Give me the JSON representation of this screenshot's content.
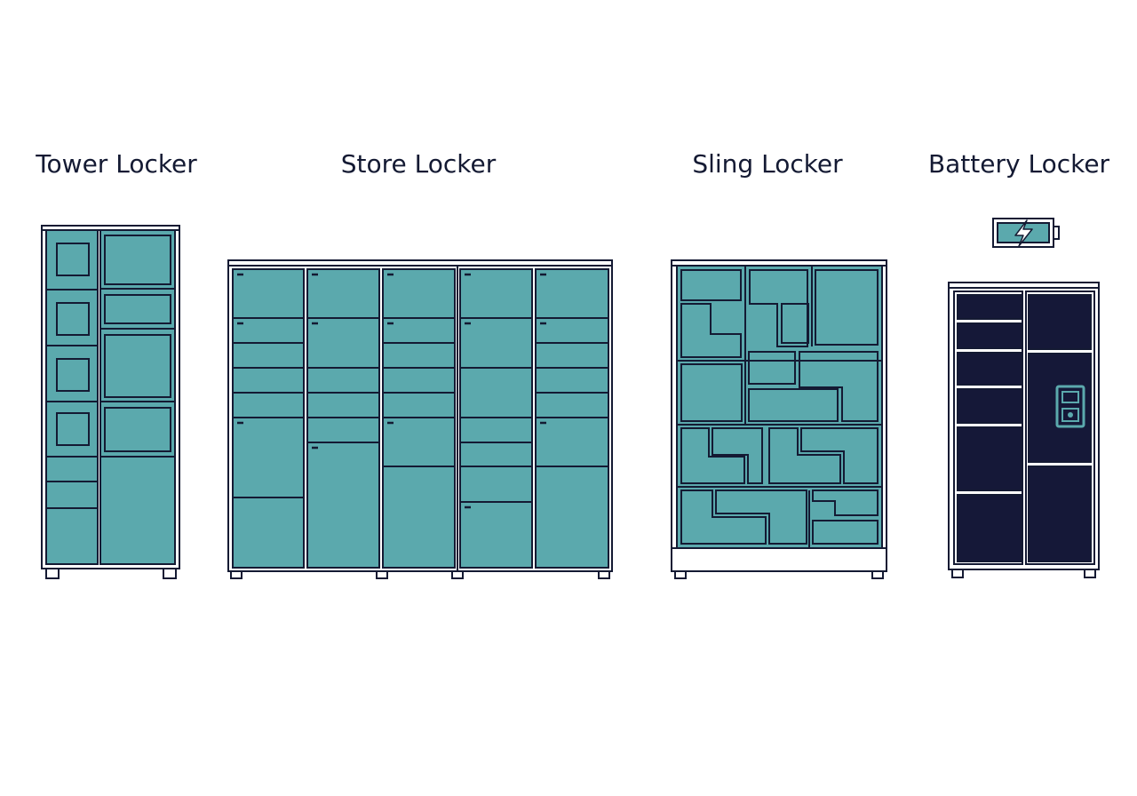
{
  "lockers": [
    {
      "label": "Tower Locker"
    },
    {
      "label": "Store Locker"
    },
    {
      "label": "Sling Locker"
    },
    {
      "label": "Battery Locker"
    }
  ],
  "colors": {
    "teal": "#5ba9ad",
    "navy": "#151838",
    "outline": "#141a33",
    "background": "#ffffff"
  },
  "icons": [
    "battery-charging-icon",
    "keypad-panel-icon"
  ]
}
